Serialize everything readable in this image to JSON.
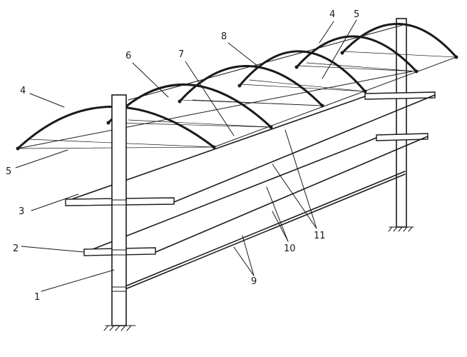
{
  "labels": {
    "l1": "1",
    "l2": "2",
    "l3": "3",
    "l4a": "4",
    "l4b": "4",
    "l5a": "5",
    "l5b": "5",
    "l6": "6",
    "l7": "7",
    "l8": "8",
    "l9": "9",
    "l10": "10",
    "l11": "11"
  },
  "colors": {
    "ink": "#1a1a1a",
    "background": "#ffffff"
  }
}
